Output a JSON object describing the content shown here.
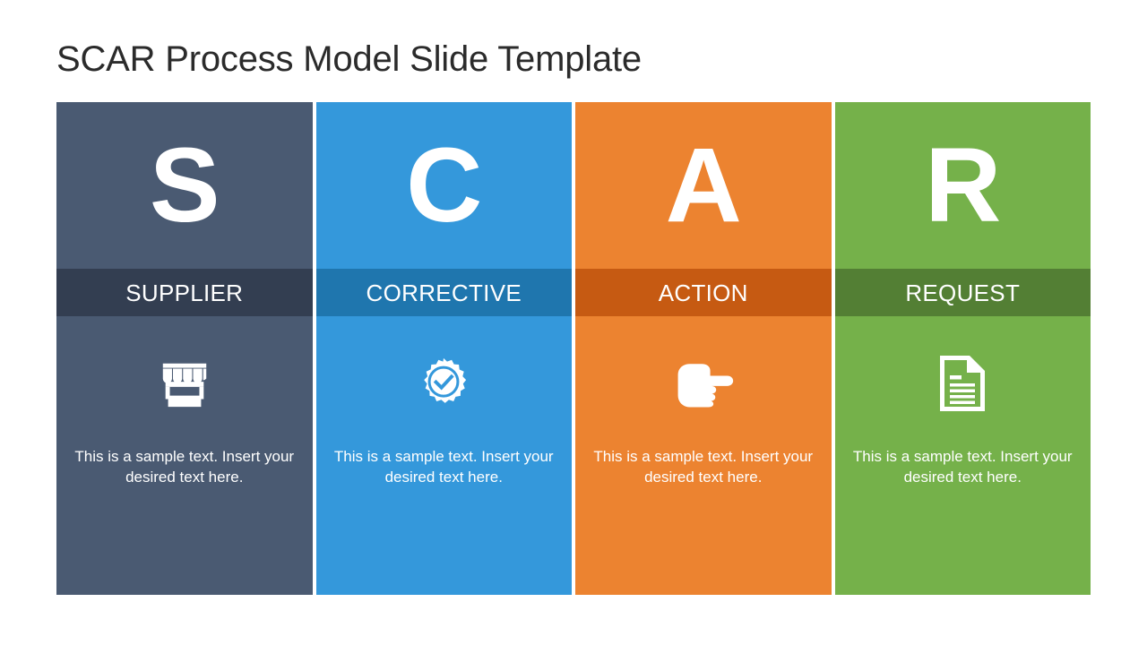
{
  "slide": {
    "title": "SCAR Process Model Slide Template",
    "background_color": "#ffffff",
    "title_color": "#2b2b2b"
  },
  "columns": [
    {
      "letter": "S",
      "label": "SUPPLIER",
      "icon": "storefront-icon",
      "text": "This is a sample text. Insert your desired text here.",
      "color": "#4a5a72",
      "band_color": "#333e51"
    },
    {
      "letter": "C",
      "label": "CORRECTIVE",
      "icon": "check-badge-icon",
      "text": "This is a sample text. Insert your desired text here.",
      "color": "#3498db",
      "band_color": "#1f76ae"
    },
    {
      "letter": "A",
      "label": "ACTION",
      "icon": "pointing-hand-icon",
      "text": "This is a sample text. Insert your desired text here.",
      "color": "#ec8330",
      "band_color": "#c65a12"
    },
    {
      "letter": "R",
      "label": "REQUEST",
      "icon": "document-icon",
      "text": "This is a sample text. Insert your desired text here.",
      "color": "#75b14a",
      "band_color": "#537f34"
    }
  ]
}
